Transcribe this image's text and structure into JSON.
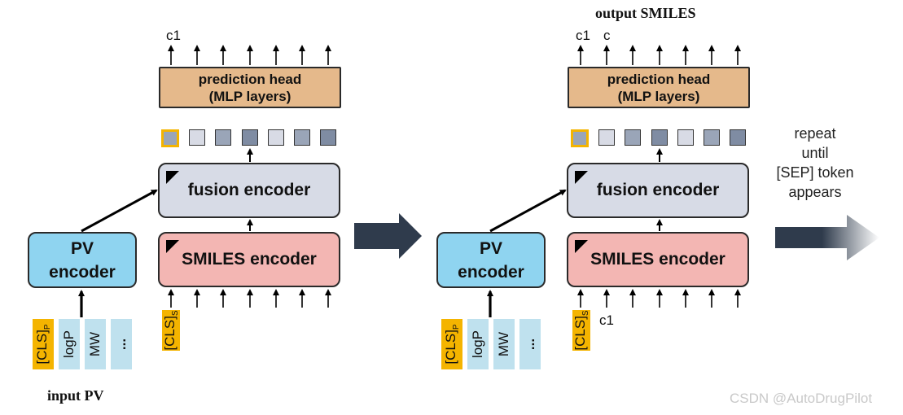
{
  "diagram_title": "output SMILES",
  "left": {
    "output_labels": [
      "c1"
    ],
    "prediction_head": {
      "line1": "prediction head",
      "line2": "(MLP layers)"
    },
    "fusion_encoder": "fusion encoder",
    "smiles_encoder": "SMILES encoder",
    "pv_encoder": {
      "line1": "PV",
      "line2": "encoder"
    },
    "pv_inputs": {
      "cls": "[CLS]",
      "cls_sub": "P",
      "logp": "logP",
      "mw": "MW",
      "more": "..."
    },
    "smiles_input": {
      "cls": "[CLS]",
      "cls_sub": "S"
    },
    "caption": "input PV"
  },
  "right": {
    "output_labels": [
      "c1",
      "c"
    ],
    "prediction_head": {
      "line1": "prediction head",
      "line2": "(MLP layers)"
    },
    "fusion_encoder": "fusion encoder",
    "smiles_encoder": "SMILES encoder",
    "pv_encoder": {
      "line1": "PV",
      "line2": "encoder"
    },
    "pv_inputs": {
      "cls": "[CLS]",
      "cls_sub": "P",
      "logp": "logP",
      "mw": "MW",
      "more": "..."
    },
    "smiles_input": {
      "cls": "[CLS]",
      "cls_sub": "S",
      "next_token": "c1"
    }
  },
  "repeat_note": {
    "line1": "repeat",
    "line2": "until",
    "line3": "[SEP] token",
    "line4": "appears"
  },
  "watermark": "CSDN @AutoDrugPilot",
  "colors": {
    "pv_encoder": "#8fd4f0",
    "fusion_encoder": "#d7dbe6",
    "smiles_encoder": "#f3b6b3",
    "prediction_head": "#e5b98b",
    "cls_highlight": "#f4b400",
    "token_shades": [
      "#d8dbe5",
      "#9aa5b8",
      "#7f8ca3",
      "#d8dbe5",
      "#9aa5b8",
      "#7f8ca3"
    ],
    "flow_arrow": "#2f3b4c"
  }
}
